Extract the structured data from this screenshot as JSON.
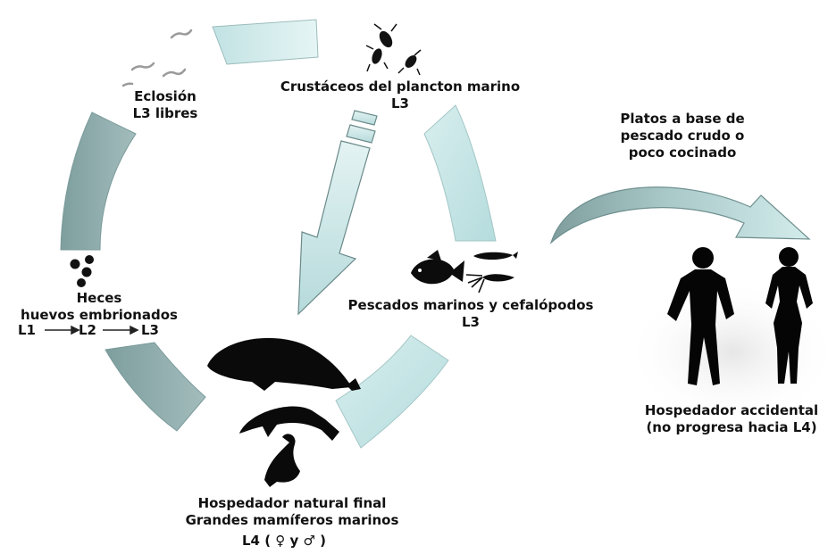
{
  "labels": {
    "hatching": [
      "Eclosión",
      "L3 libres"
    ],
    "crustaceans": [
      "Crustáceos del plancton marino",
      "L3"
    ],
    "feces": [
      "Heces",
      "huevos embrionados"
    ],
    "stages": [
      "L1",
      "L2",
      "L3"
    ],
    "fish": [
      "Pescados marinos y cefalópodos",
      "L3"
    ],
    "raw_fish": [
      "Platos a base de",
      "pescado crudo o",
      "poco cocinado"
    ],
    "accidental_host": [
      "Hospedador accidental",
      "(no progresa hacia L4)"
    ],
    "natural_host": [
      "Hospedador natural final",
      "Grandes mamíferos marinos"
    ],
    "l4_sex": "L4 ( ♀ y ♂ )"
  },
  "colors": {
    "dark_segment": "#8aa9a9",
    "light_segment": "#cde9ea",
    "silhouette": "#0c0c0c",
    "arrow_outline": "#6b8a8a"
  }
}
